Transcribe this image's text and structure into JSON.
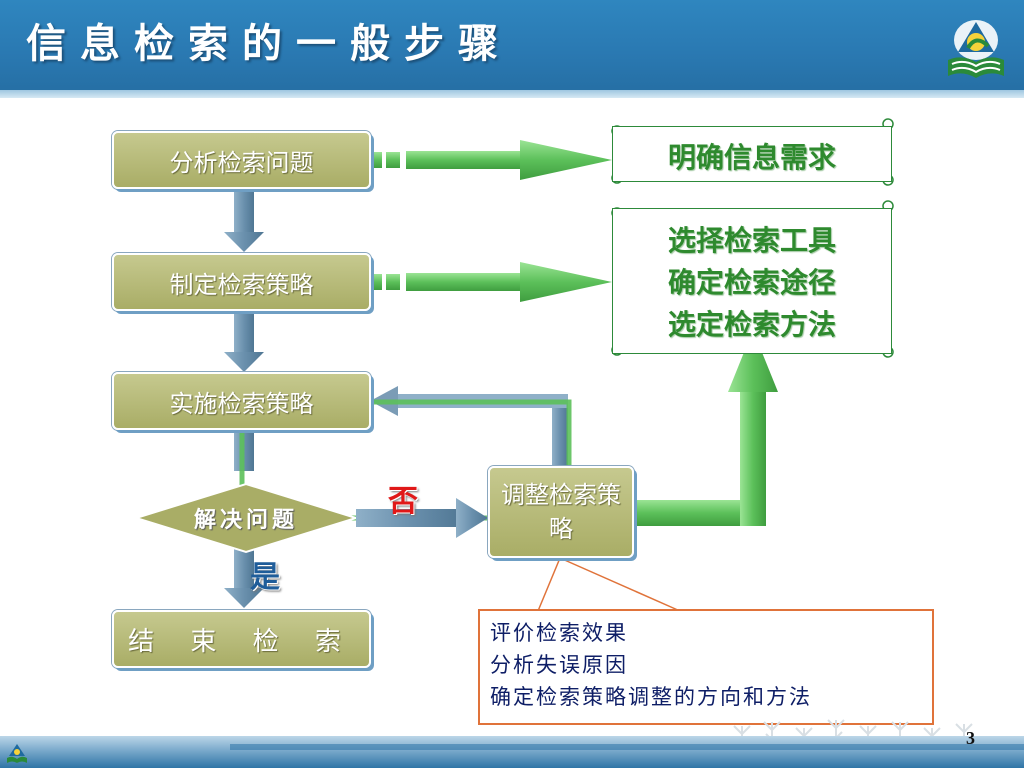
{
  "slide": {
    "title": "信息检索的一般步骤",
    "page_number": "3"
  },
  "flow": {
    "step1": "分析检索问题",
    "step2": "制定检索策略",
    "step3": "实施检索策略",
    "decision": "解决问题",
    "adjust": "调整检索策略",
    "end": "结 束 检 索",
    "label_no": "否",
    "label_yes": "是"
  },
  "results": {
    "need": "明确信息需求",
    "tool": "选择检索工具",
    "route": "确定检索途径",
    "method": "选定检索方法"
  },
  "callout": {
    "line1": "评价检索效果",
    "line2": "分析失误原因",
    "line3": "确定检索策略调整的方向和方法"
  },
  "colors": {
    "header_blue": "#2a79b2",
    "box_olive": "#a9ad66",
    "arrow_green": "#5cc05a",
    "arrow_blue": "#6a90ad",
    "scroll_text_green": "#2e8a2e",
    "callout_border": "#e0733a",
    "label_no_red": "#e01818"
  }
}
